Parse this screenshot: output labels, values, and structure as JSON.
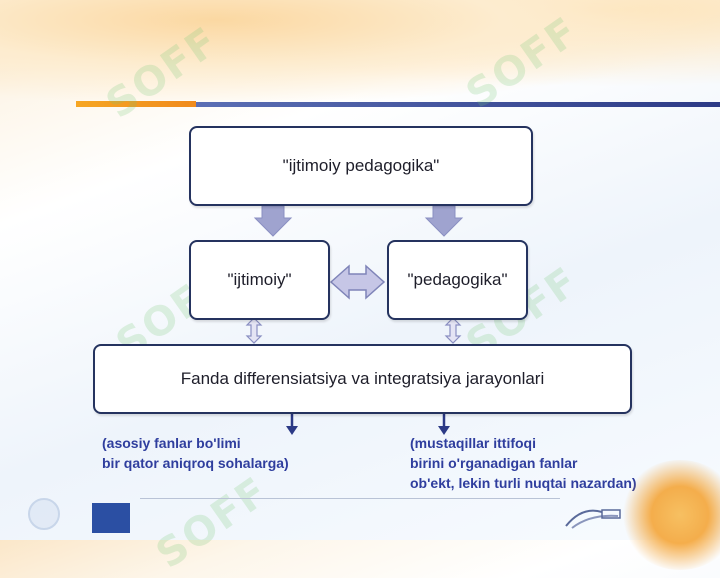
{
  "diagram": {
    "top_box": "\"ijtimoiy pedagogika\"",
    "left_box": "\"ijtimoiy\"",
    "right_box": "\"pedagogika\"",
    "bottom_box": "Fanda differensiatsiya va integratsiya jarayonlari"
  },
  "captions": {
    "left": [
      "(asosiy fanlar bo'limi",
      "bir qator aniqroq sohalarga)"
    ],
    "right": [
      "(mustaqillar ittifoqi",
      "birini o'rganadigan fanlar",
      "ob'ekt, lekin turli nuqtai nazardan)"
    ]
  },
  "watermark": "SOFF",
  "colors": {
    "box_border": "#25335f",
    "arrow_fill": "#9fa3cf",
    "caption_text": "#2f3e9e",
    "accent_orange": "#f6a623",
    "accent_blue": "#2c3a86"
  }
}
